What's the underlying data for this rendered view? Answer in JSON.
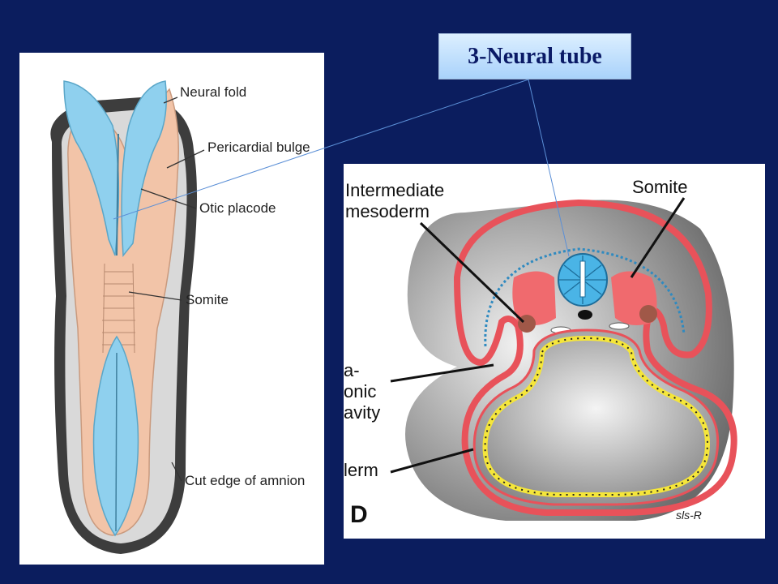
{
  "callout": {
    "text": "3-Neural tube"
  },
  "left_figure": {
    "labels": {
      "neural_fold": "Neural fold",
      "pericardial_bulge": "Pericardial bulge",
      "otic_placode": "Otic placode",
      "somite": "Somite",
      "cut_edge": "Cut edge of amnion"
    }
  },
  "right_figure": {
    "labels": {
      "intermediate_1": "Intermediate",
      "intermediate_2": "mesoderm",
      "somite": "Somite",
      "cavity_1": "a-",
      "cavity_2": "onic",
      "cavity_3": "avity",
      "derm": "lerm",
      "panel_letter": "D",
      "signature": "sls-R"
    }
  },
  "colors": {
    "background": "#0b1d5e",
    "neural_tissue": "#8fd0ee",
    "mesoderm_tan": "#f2c4a8",
    "ectoderm_red": "#e8525a",
    "somite_pink": "#f06a6e",
    "endoderm_yellow": "#f5e63a",
    "callout_text": "#0a1a66"
  }
}
